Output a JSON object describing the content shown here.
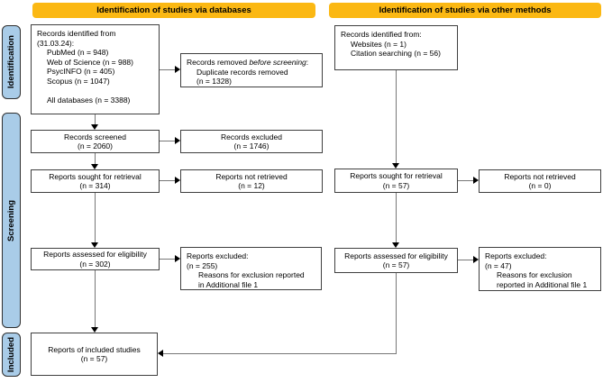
{
  "banners": {
    "databases": "Identification of studies via databases",
    "other_methods": "Identification of studies via other methods"
  },
  "stages": {
    "identification": "Identification",
    "screening": "Screening",
    "included": "Included"
  },
  "boxes": {
    "records_identified_databases": {
      "lines": [
        "Records identified from",
        "(31.03.24):",
        "PubMed (n = 948)",
        "Web of Science (n = 988)",
        "PsycINFO (n = 405)",
        "Scopus (n = 1047)",
        "All databases (n = 3388)"
      ]
    },
    "records_removed": {
      "prefix": "Records removed ",
      "italic": "before screening",
      "suffix": ":",
      "lines": [
        "Duplicate records removed",
        "(n = 1328)"
      ]
    },
    "records_screened": {
      "lines": [
        "Records screened",
        "(n = 2060)"
      ]
    },
    "records_excluded": {
      "lines": [
        "Records excluded",
        "(n = 1746)"
      ]
    },
    "reports_sought_databases": {
      "lines": [
        "Reports sought for retrieval",
        "(n = 314)"
      ]
    },
    "reports_not_retrieved_databases": {
      "lines": [
        "Reports not retrieved",
        "(n = 12)"
      ]
    },
    "reports_assessed_databases": {
      "lines": [
        "Reports assessed for eligibility",
        "(n = 302)"
      ]
    },
    "reports_excluded_databases": {
      "lines": [
        "Reports excluded:",
        "(n = 255)",
        "Reasons for exclusion reported",
        "in Additional file 1"
      ]
    },
    "reports_included": {
      "lines": [
        "Reports of included studies",
        "(n = 57)"
      ]
    },
    "records_identified_other": {
      "lines": [
        "Records identified from:",
        "Websites (n = 1)",
        "Citation searching (n = 56)"
      ]
    },
    "reports_sought_other": {
      "lines": [
        "Reports sought for retrieval",
        "(n = 57)"
      ]
    },
    "reports_not_retrieved_other": {
      "lines": [
        "Reports not retrieved",
        "(n = 0)"
      ]
    },
    "reports_assessed_other": {
      "lines": [
        "Reports assessed for eligibility",
        "(n = 57)"
      ]
    },
    "reports_excluded_other": {
      "lines": [
        "Reports excluded:",
        "(n = 47)",
        "Reasons for exclusion",
        "reported in Additional file 1"
      ]
    }
  },
  "colors": {
    "banner": "#fbb813",
    "stage_fill": "#a9cce8",
    "stage_border": "#2f2f2f",
    "box_border": "#3f3f3f",
    "line": "#777777"
  }
}
